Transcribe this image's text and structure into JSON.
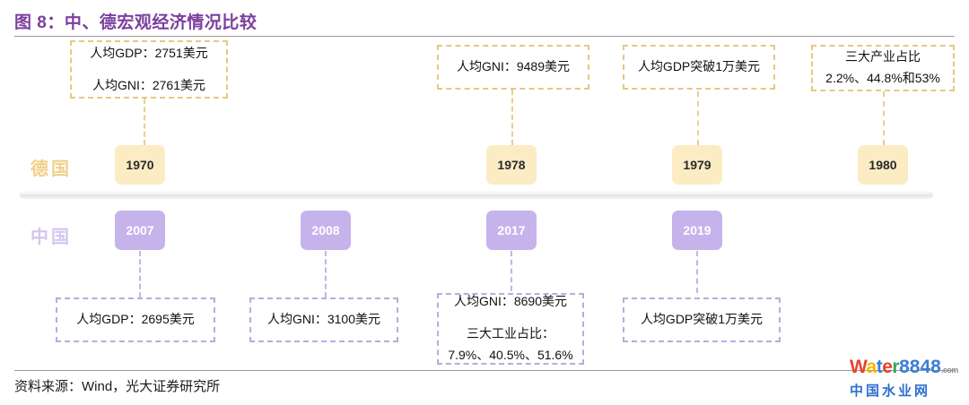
{
  "figure": {
    "title": "图 8：中、德宏观经济情况比较",
    "source": "资料来源：Wind，光大证券研究所"
  },
  "rows": {
    "germany": {
      "label": "德国",
      "accent": "#e4c97f",
      "node_bg": "#fcecc4",
      "node_text": "#2b2b2b"
    },
    "china": {
      "label": "中国",
      "accent": "#b9abdd",
      "node_bg": "#c6b3ec",
      "node_text": "#ffffff"
    }
  },
  "germany_events": [
    {
      "year": "1970",
      "callout": [
        "人均GDP：2751美元",
        "人均GNI：2761美元"
      ]
    },
    {
      "year": "1978",
      "callout": [
        "人均GNI：9489美元"
      ]
    },
    {
      "year": "1979",
      "callout": [
        "人均GDP突破1万美元"
      ]
    },
    {
      "year": "1980",
      "callout": [
        "三大产业占比",
        "2.2%、44.8%和53%"
      ]
    }
  ],
  "china_events": [
    {
      "year": "2007",
      "callout": [
        "人均GDP：2695美元"
      ]
    },
    {
      "year": "2008",
      "callout": [
        "人均GNI：3100美元"
      ]
    },
    {
      "year": "2017",
      "callout": [
        "人均GNI：8690美元",
        "三大工业占比：",
        "7.9%、40.5%、51.6%"
      ]
    },
    {
      "year": "2019",
      "callout": [
        "人均GDP突破1万美元"
      ]
    }
  ],
  "watermark": {
    "letters": [
      "W",
      "a",
      "t",
      "e",
      "r"
    ],
    "number": "8848",
    "suffix": ".com",
    "subtitle": "中国水业网"
  }
}
